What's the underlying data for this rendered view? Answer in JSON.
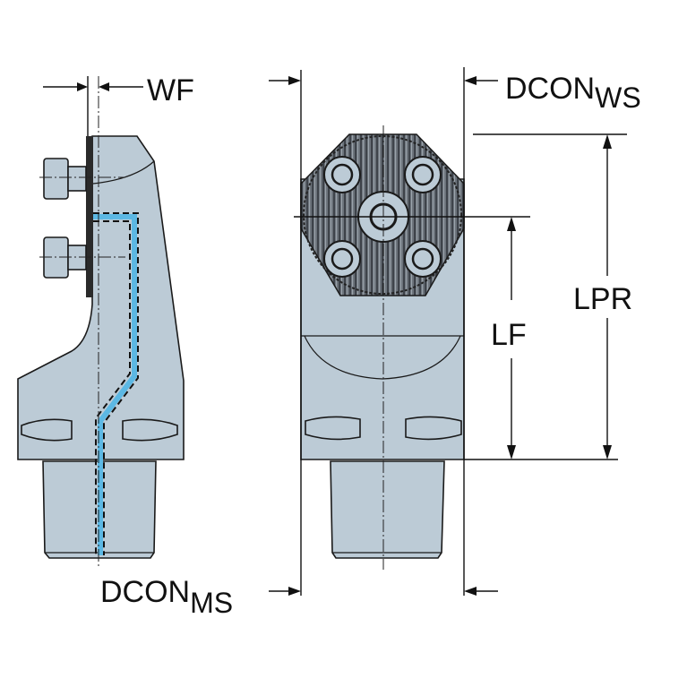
{
  "diagram": {
    "title": "Tool holder dimension drawing",
    "colors": {
      "body_fill": "#bccbd6",
      "coolant": "#5cb8e4",
      "line": "#1a1a1a",
      "coupling_dark": "#4a5058"
    },
    "views": [
      "side-view",
      "front-view"
    ],
    "labels": {
      "wf": "WF",
      "dcon_ws_main": "DCON",
      "dcon_ws_sub": "WS",
      "dcon_ms_main": "DCON",
      "dcon_ms_sub": "MS",
      "lpr": "LPR",
      "lf": "LF"
    }
  }
}
